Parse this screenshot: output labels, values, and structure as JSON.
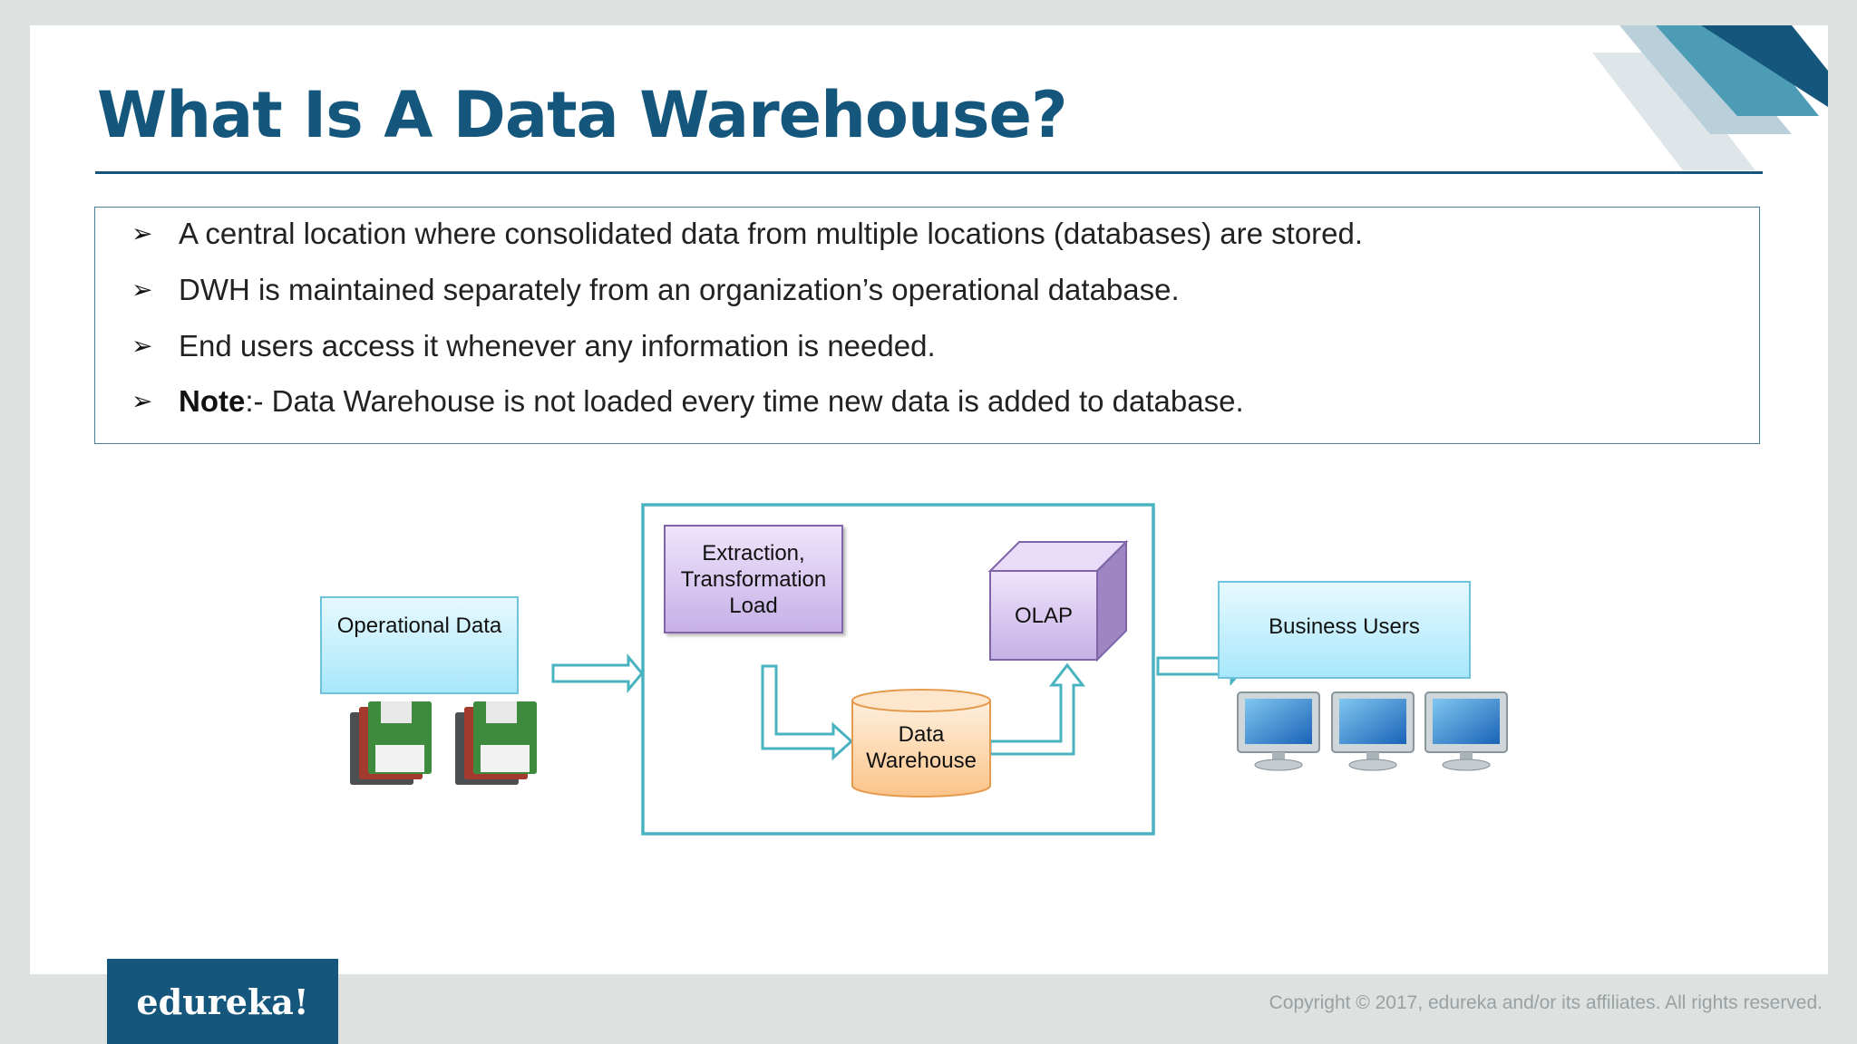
{
  "slide": {
    "title": "What Is A Data Warehouse?",
    "bullets": [
      {
        "bold": "",
        "text": "A central location where consolidated data from multiple locations (databases) are stored."
      },
      {
        "bold": "",
        "text": "DWH is maintained separately from an organization’s operational database."
      },
      {
        "bold": "",
        "text": "End users access it whenever any information is needed."
      },
      {
        "bold": "Note",
        "text": ":- Data Warehouse is not loaded every time new data is added to database."
      }
    ],
    "bullet_glyph": "➢"
  },
  "diagram": {
    "operational_data": "Operational Data",
    "etl": "Extraction, Transformation Load",
    "olap": "OLAP",
    "data_warehouse": "Data Warehouse",
    "business_users": "Business Users",
    "icons": [
      "floppy-disk-stack-icon",
      "floppy-disk-stack-icon",
      "monitor-icon",
      "monitor-icon",
      "monitor-icon"
    ]
  },
  "footer": {
    "logo": "edureka!",
    "copyright": "Copyright © 2017, edureka and/or its affiliates. All rights reserved."
  },
  "colors": {
    "title": "#15577c",
    "frame": "#4ab3c0",
    "etl_fill": "#c6b0e6",
    "warehouse_fill": "#fbc48a",
    "cyan_box": "#a9e7fb"
  }
}
